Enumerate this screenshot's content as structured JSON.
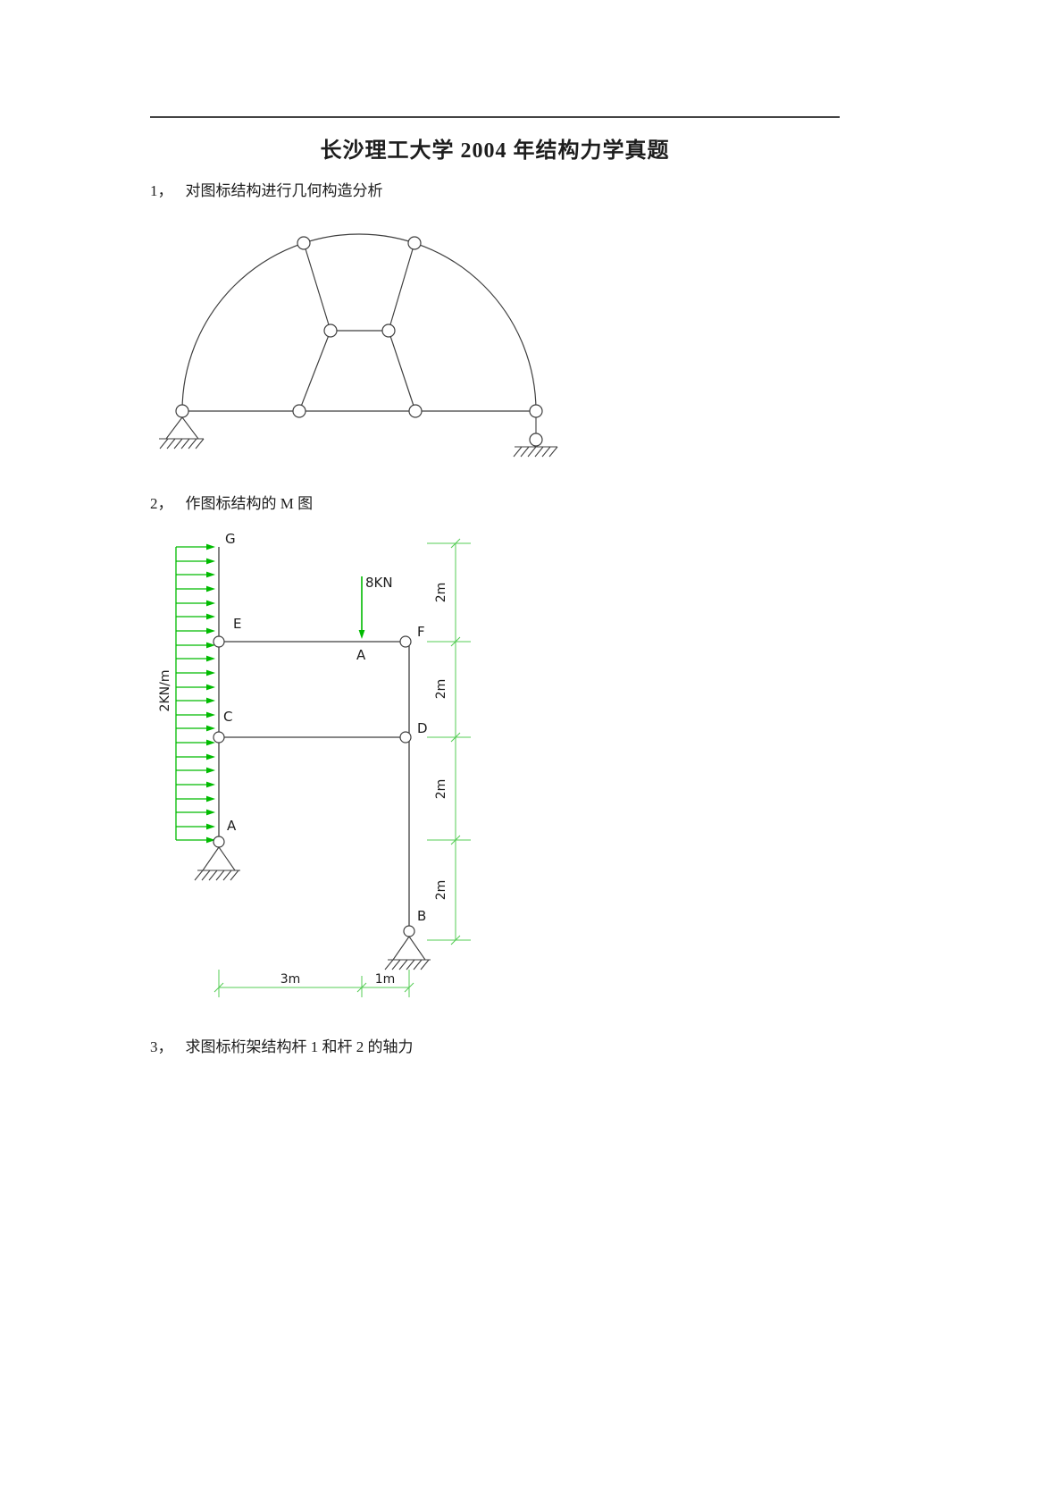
{
  "header": {
    "title": "长沙理工大学 2004 年结构力学真题"
  },
  "questions": [
    {
      "number": "1，",
      "text": "对图标结构进行几何构造分析"
    },
    {
      "number": "2，",
      "text": "作图标结构的 M 图"
    },
    {
      "number": "3，",
      "text": "求图标桁架结构杆 1 和杆 2 的轴力"
    }
  ],
  "diagram2": {
    "node_labels": {
      "G": "G",
      "E": "E",
      "C": "C",
      "A_bottom": "A",
      "A_beam": "A",
      "F": "F",
      "D": "D",
      "B": "B"
    },
    "point_load": "8KN",
    "distributed_load": "2KN/m",
    "dim_vertical": [
      "2m",
      "2m",
      "2m",
      "2m"
    ],
    "dim_horizontal": [
      "3m",
      "1m"
    ]
  },
  "colors": {
    "structure_line": "#3f3f3f",
    "load_green": "#00bb00",
    "dimension_green": "#55cc55"
  }
}
